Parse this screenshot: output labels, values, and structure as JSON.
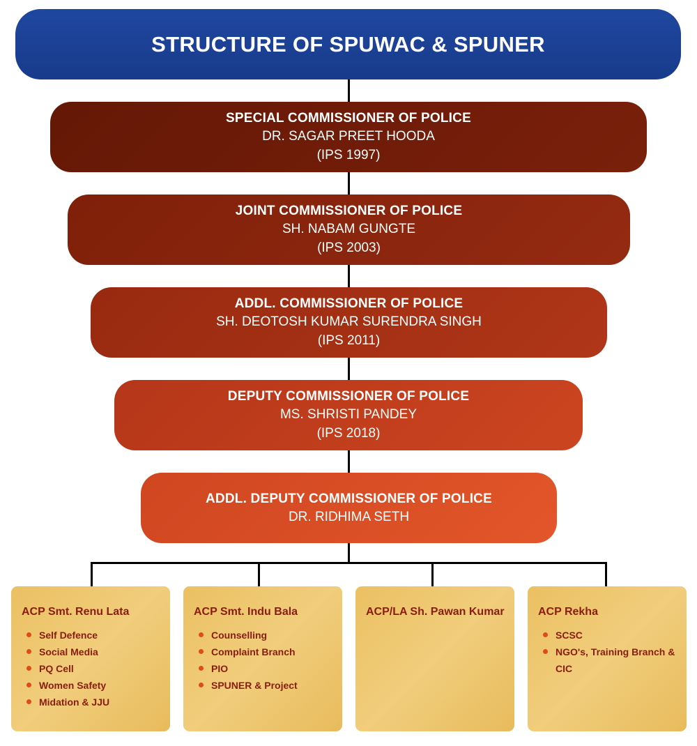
{
  "title": "STRUCTURE OF SPUWAC & SPUNER",
  "hierarchy": [
    {
      "rank": "SPECIAL COMMISSIONER OF POLICE",
      "name": "DR. SAGAR PREET HOODA",
      "batch": "(IPS 1997)"
    },
    {
      "rank": "JOINT COMMISSIONER OF POLICE",
      "name": "SH. NABAM GUNGTE",
      "batch": "(IPS 2003)"
    },
    {
      "rank": "ADDL. COMMISSIONER OF POLICE",
      "name": "SH. DEOTOSH KUMAR SURENDRA SINGH",
      "batch": "(IPS 2011)"
    },
    {
      "rank": "DEPUTY COMMISSIONER OF POLICE",
      "name": "MS. SHRISTI PANDEY",
      "batch": "(IPS 2018)"
    },
    {
      "rank": "ADDL. DEPUTY COMMISSIONER OF POLICE",
      "name": "DR. RIDHIMA SETH"
    }
  ],
  "acps": [
    {
      "title": "ACP Smt. Renu Lata",
      "items": [
        "Self Defence",
        "Social Media",
        "PQ Cell",
        "Women Safety",
        "Midation & JJU"
      ]
    },
    {
      "title": "ACP Smt. Indu Bala",
      "items": [
        "Counselling",
        "Complaint Branch",
        "PIO",
        "SPUNER & Project"
      ]
    },
    {
      "title": "ACP/LA Sh. Pawan Kumar",
      "items": []
    },
    {
      "title": "ACP Rekha",
      "items": [
        "SCSC",
        "NGO's, Training Branch & CIC"
      ]
    }
  ],
  "colors": {
    "title_bg": "#1f47a0",
    "levels": [
      "#6f1b08",
      "#8c2410",
      "#a52f15",
      "#c33e1c",
      "#da5026"
    ],
    "card_bg": "#eec672",
    "card_text": "#8a1c10",
    "bullet": "#e04a1c"
  }
}
